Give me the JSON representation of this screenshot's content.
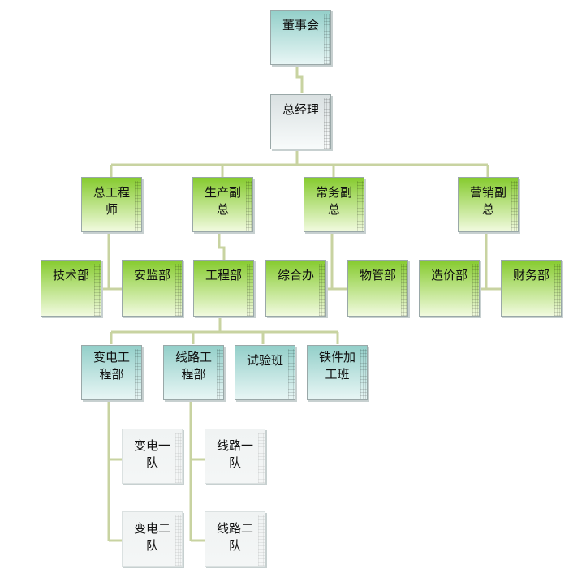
{
  "org": {
    "board": "董事会",
    "gm": "总经理",
    "chief_engineer": "总工程师",
    "production_vp": "生产副总",
    "executive_vp": "常务副总",
    "marketing_vp": "营销副总",
    "tech_dept": "技术部",
    "safety_dept": "安监部",
    "engineering_dept": "工程部",
    "general_office": "综合办",
    "materials_dept": "物管部",
    "costing_dept": "造价部",
    "finance_dept": "财务部",
    "substation_dept": "变电工程部",
    "line_dept": "线路工程部",
    "test_team": "试验班",
    "iron_team": "铁件加工班",
    "substation_team1": "变电一队",
    "substation_team2": "变电二队",
    "line_team1": "线路一队",
    "line_team2": "线路二队"
  },
  "colors": {
    "connector": "#c8d3a1",
    "teal_box": "#93cfc9",
    "green_box": "#86cb2f",
    "gray_box": "#d9e0e1"
  }
}
